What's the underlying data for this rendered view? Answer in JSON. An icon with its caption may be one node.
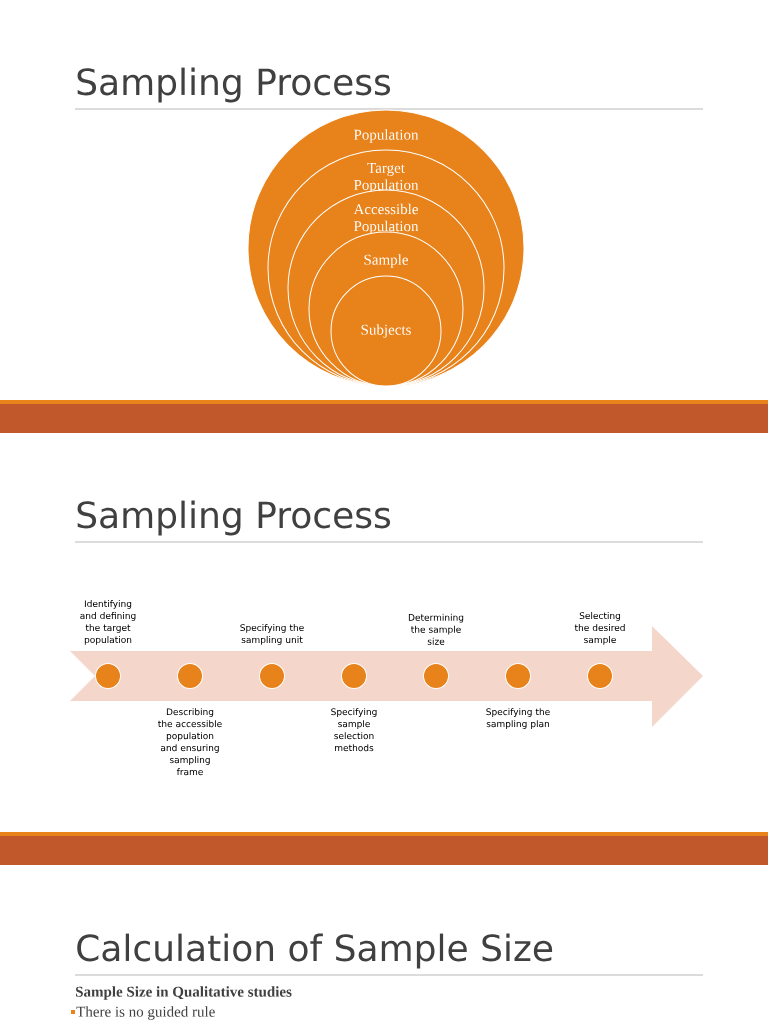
{
  "diagram": {
    "nodes": [
      {
        "text": [
          "Population"
        ]
      },
      {
        "text": [
          "Target Population"
        ],
        "in": 0
      },
      {
        "text": [
          "Accessible Population"
        ],
        "in": 1
      },
      {
        "text": [
          "Sample"
        ],
        "in": 2
      },
      {
        "text": [
          "Subjects"
        ],
        "in": 3
      },
      {
        "text": [],
        "shape": "arrow"
      },
      {
        "text": [],
        "shape": "circle",
        "in": 5,
        "beside": [
          "Identifying and defining the target population"
        ]
      },
      {
        "text": [],
        "shape": "circle",
        "in": 5,
        "beside": [
          "Describing the accessible population and ensuring sampling frame"
        ]
      },
      {
        "text": [],
        "shape": "circle",
        "in": 5,
        "beside": [
          "Specifying the sampling unit"
        ]
      },
      {
        "text": [],
        "shape": "circle",
        "in": 5,
        "beside": [
          "Specifying sample selection methods"
        ]
      },
      {
        "text": [],
        "shape": "circle",
        "in": 5,
        "beside": [
          "Determining the sample size"
        ]
      },
      {
        "text": [],
        "shape": "circle",
        "in": 5,
        "beside": [
          "Specifying the sampling plan"
        ]
      },
      {
        "text": [],
        "shape": "circle",
        "in": 5,
        "beside": [
          "Selecting the desired sample"
        ]
      }
    ],
    "labels": [
      "Sampling Process",
      "Sampling Process",
      "Calculation of Sample Size",
      "Sample Size in Qualitative studies",
      "There is no guided rule"
    ]
  }
}
